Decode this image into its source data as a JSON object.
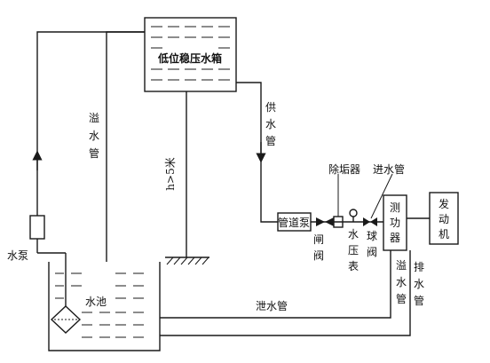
{
  "labels": {
    "tank_title": "低位稳压水箱",
    "supply_pipe": [
      "供",
      "水",
      "管"
    ],
    "overflow_pipe_left": [
      "溢",
      "水",
      "管"
    ],
    "height_mark": "h>5米",
    "descaler": "除垢器",
    "inlet_pipe": "进水管",
    "pipe_pump": "管道泵",
    "gate_valve": [
      "闸",
      "阀"
    ],
    "pressure_gauge": [
      "水",
      "压",
      "表"
    ],
    "ball_valve": [
      "球",
      "阀"
    ],
    "dynamometer": [
      "测",
      "功",
      "器"
    ],
    "engine": [
      "发",
      "动",
      "机"
    ],
    "water_pump": "水泵",
    "reservoir": "水池",
    "drain_pipe": "泄水管",
    "overflow_pipe_right": [
      "溢",
      "水",
      "管"
    ],
    "discharge_pipe": [
      "排",
      "水",
      "管"
    ]
  },
  "colors": {
    "line": "#1a1a1a",
    "background": "#ffffff"
  }
}
